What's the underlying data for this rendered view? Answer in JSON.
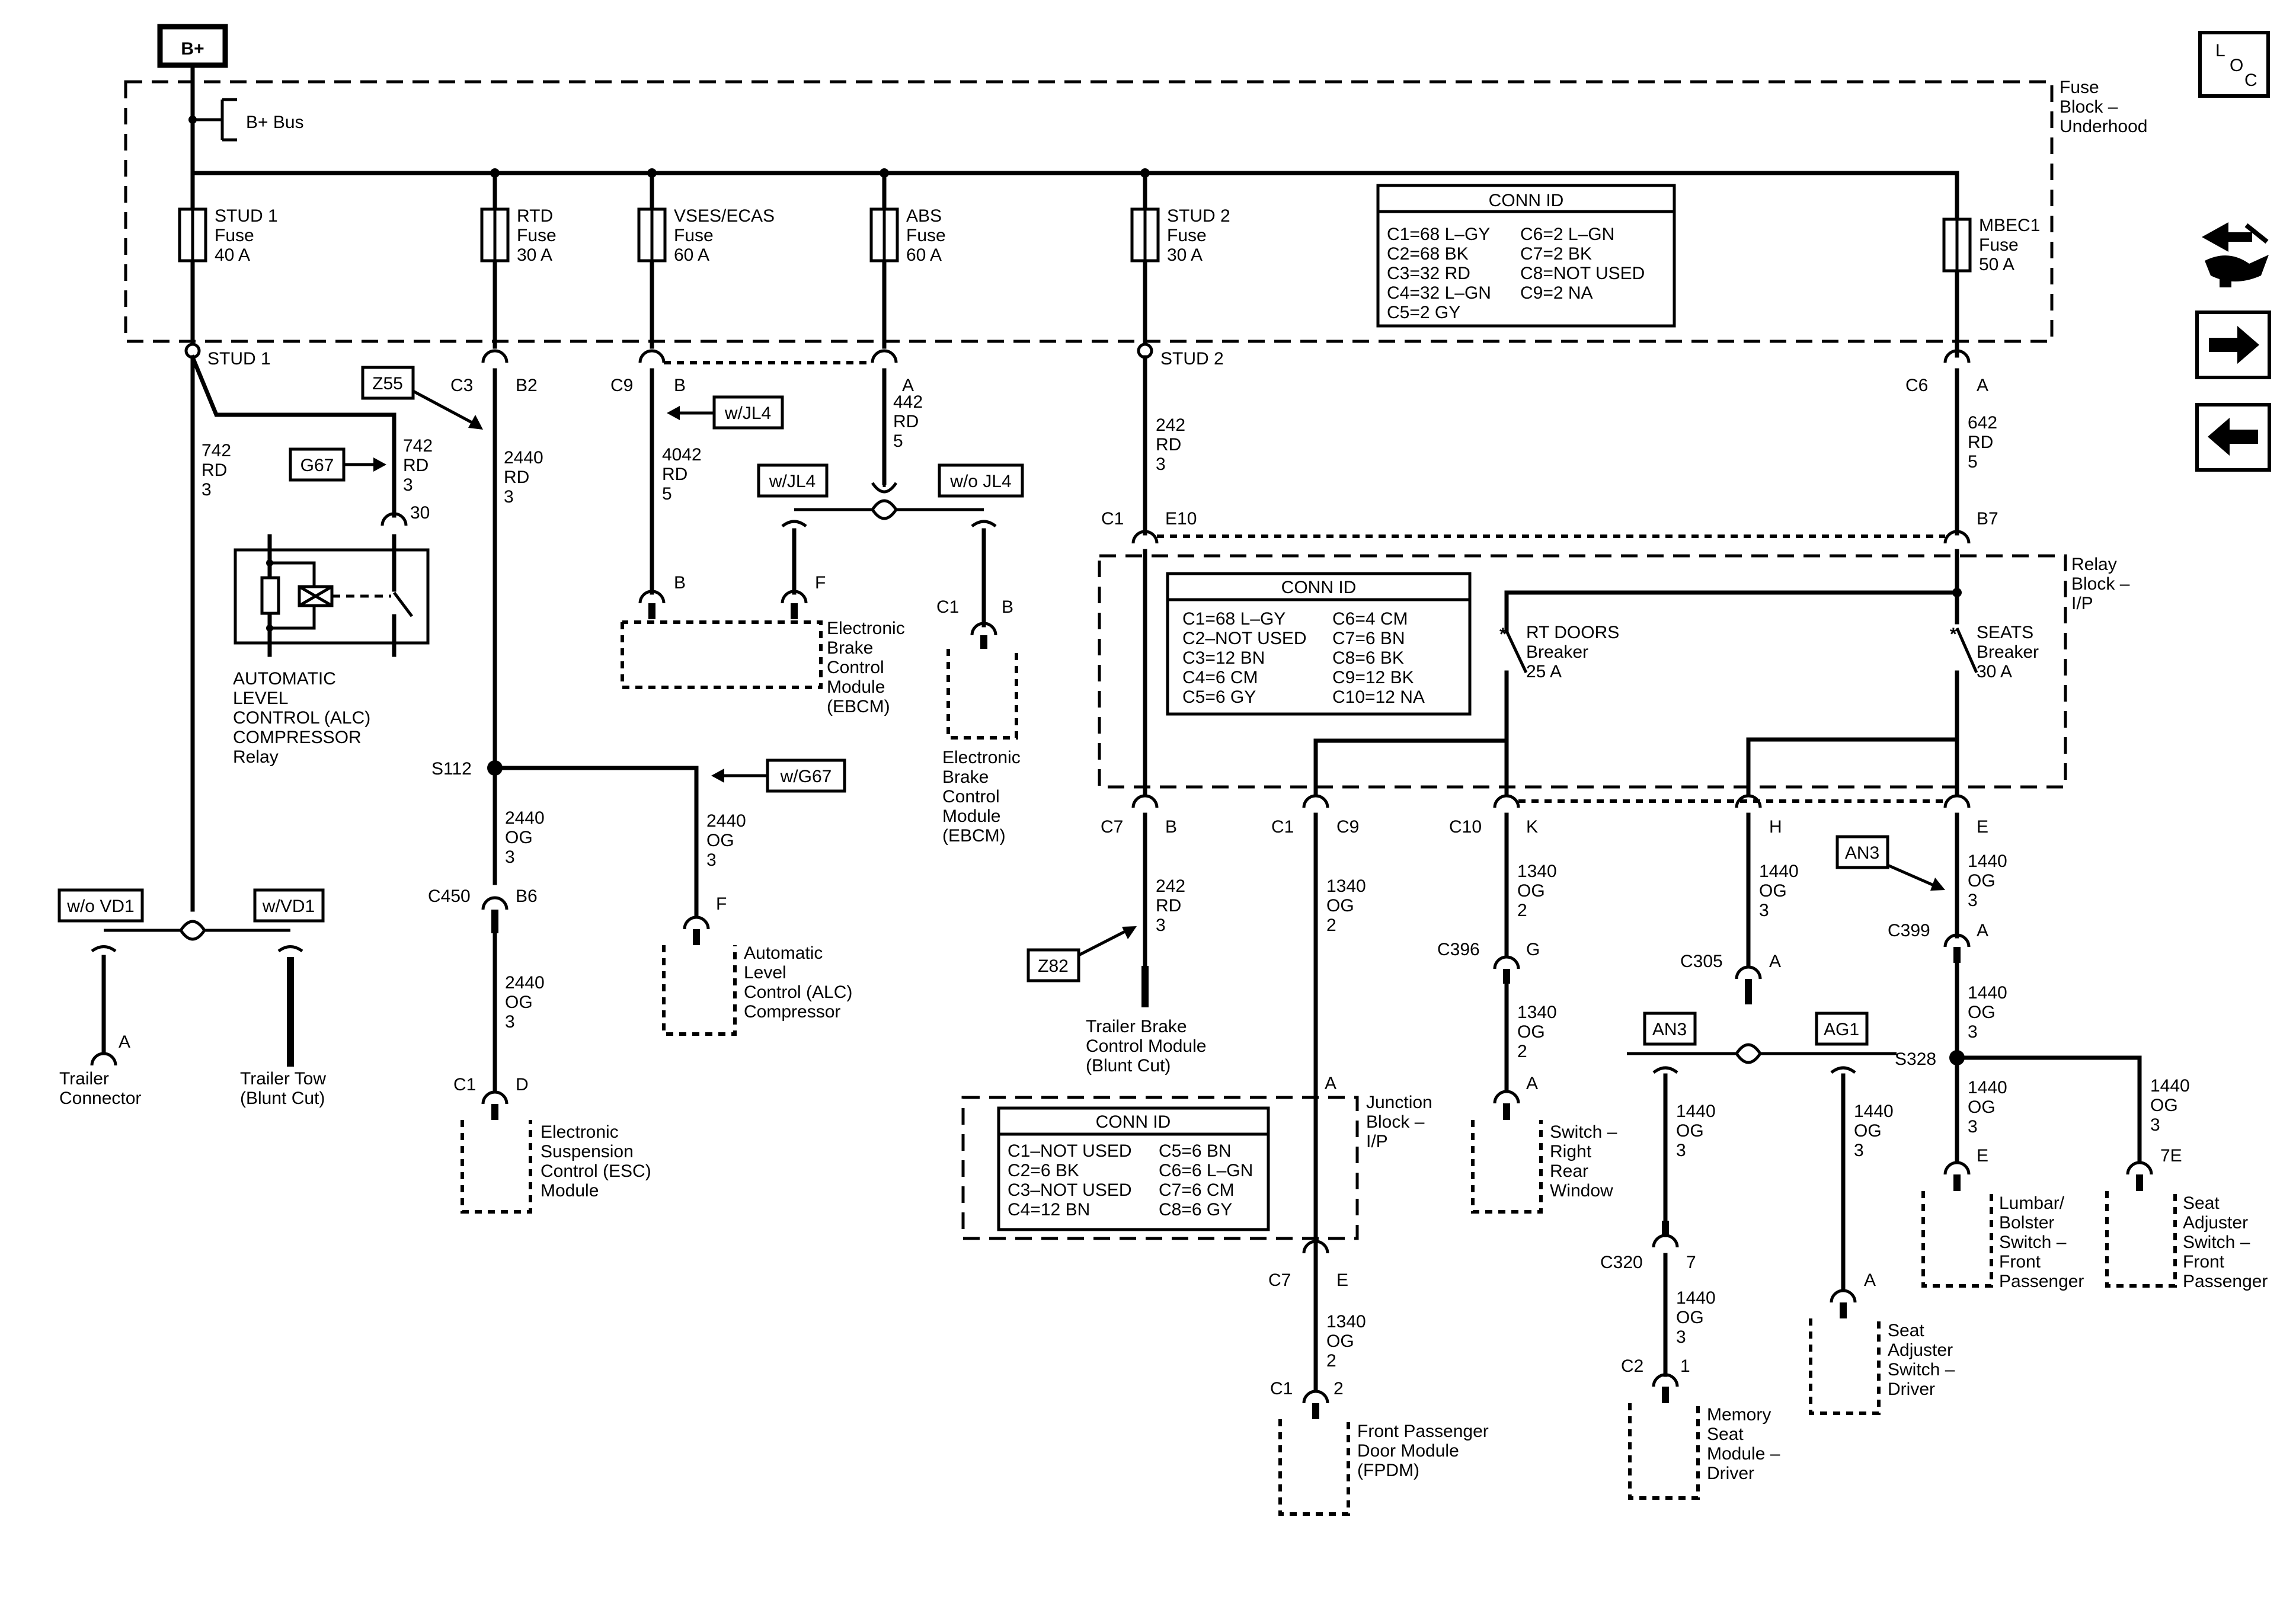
{
  "nav": {
    "loc_letters": [
      "L",
      "O",
      "C"
    ],
    "icons": [
      "symbols-icon",
      "next-page-icon",
      "previous-page-icon"
    ]
  },
  "power": {
    "bplus": "B+",
    "bus": "B+ Bus"
  },
  "fuse_block": {
    "name": [
      "Fuse",
      "Block –",
      "Underhood"
    ]
  },
  "fuses": [
    {
      "name": "STUD 1",
      "type": "Fuse",
      "rating": "40 A"
    },
    {
      "name": "RTD",
      "type": "Fuse",
      "rating": "30 A"
    },
    {
      "name": "VSES/ECAS",
      "type": "Fuse",
      "rating": "60 A"
    },
    {
      "name": "ABS",
      "type": "Fuse",
      "rating": "60 A"
    },
    {
      "name": "STUD 2",
      "type": "Fuse",
      "rating": "30 A"
    },
    {
      "name": "MBEC1",
      "type": "Fuse",
      "rating": "50 A"
    }
  ],
  "conn_fuse": {
    "title": "CONN ID",
    "left": [
      "C1=68 L–GY",
      "C2=68 BK",
      "C3=32 RD",
      "C4=32 L–GN",
      "C5=2 GY"
    ],
    "right": [
      "C6=2 L–GN",
      "C7=2 BK",
      "C8=NOT USED",
      "C9=2 NA"
    ]
  },
  "conn_relay": {
    "title": "CONN ID",
    "left": [
      "C1=68 L–GY",
      "C2–NOT USED",
      "C3=12 BN",
      "C4=6 CM",
      "C5=6 GY"
    ],
    "right": [
      "C6=4 CM",
      "C7=6 BN",
      "C8=6 BK",
      "C9=12 BK",
      "C10=12 NA"
    ]
  },
  "conn_junction": {
    "title": "CONN ID",
    "left": [
      "C1–NOT USED",
      "C2=6 BK",
      "C3–NOT USED",
      "C4=12 BN"
    ],
    "right": [
      "C5=6 BN",
      "C6=6 L–GN",
      "C7=6 CM",
      "C8=6 GY"
    ]
  },
  "relay_block": {
    "name": [
      "Relay",
      "Block –",
      "I/P"
    ]
  },
  "junction_block": {
    "name": [
      "Junction",
      "Block –",
      "I/P"
    ]
  },
  "breakers": [
    {
      "name": "RT DOORS",
      "type": "Breaker",
      "rating": "25 A"
    },
    {
      "name": "SEATS",
      "type": "Breaker",
      "rating": "30 A"
    }
  ],
  "studs": [
    "STUD 1",
    "STUD 2"
  ],
  "splices": [
    "S112",
    "S328"
  ],
  "options": [
    "Z55",
    "G67",
    "w/JL4",
    "w/JL4",
    "w/o JL4",
    "w/G67",
    "w/o VD1",
    "w/VD1",
    "Z82",
    "AN3",
    "AN3",
    "AG1"
  ],
  "connectors": [
    "C3",
    "B2",
    "C9",
    "B",
    "A",
    "C6",
    "A",
    "30",
    "C1",
    "E10",
    "B7",
    "B",
    "F",
    "C1",
    "B",
    "C7",
    "B",
    "C1",
    "C9",
    "C10",
    "K",
    "H",
    "E",
    "C450",
    "B6",
    "F",
    "C396",
    "G",
    "C399",
    "A",
    "C305",
    "A",
    "C1",
    "D",
    "E",
    "7E",
    "A",
    "A",
    "A",
    "C7",
    "E",
    "C320",
    "7",
    "A",
    "C1",
    "2",
    "C2",
    "1"
  ],
  "wires": [
    [
      "742",
      "RD",
      "3"
    ],
    [
      "742",
      "RD",
      "3"
    ],
    [
      "2440",
      "RD",
      "3"
    ],
    [
      "4042",
      "RD",
      "5"
    ],
    [
      "442",
      "RD",
      "5"
    ],
    [
      "242",
      "RD",
      "3"
    ],
    [
      "642",
      "RD",
      "5"
    ],
    [
      "2440",
      "OG",
      "3"
    ],
    [
      "2440",
      "OG",
      "3"
    ],
    [
      "2440",
      "OG",
      "3"
    ],
    [
      "242",
      "RD",
      "3"
    ],
    [
      "1340",
      "OG",
      "2"
    ],
    [
      "1340",
      "OG",
      "2"
    ],
    [
      "1440",
      "OG",
      "3"
    ],
    [
      "1440",
      "OG",
      "3"
    ],
    [
      "1340",
      "OG",
      "2"
    ],
    [
      "1440",
      "OG",
      "3"
    ],
    [
      "1440",
      "OG",
      "3"
    ],
    [
      "1440",
      "OG",
      "3"
    ],
    [
      "1440",
      "OG",
      "3"
    ],
    [
      "1440",
      "OG",
      "3"
    ],
    [
      "1340",
      "OG",
      "2"
    ],
    [
      "1440",
      "OG",
      "3"
    ]
  ],
  "components": [
    [
      "AUTOMATIC",
      "LEVEL",
      "CONTROL (ALC)",
      "COMPRESSOR",
      "Relay"
    ],
    [
      "Electronic",
      "Brake",
      "Control",
      "Module",
      "(EBCM)"
    ],
    [
      "Electronic",
      "Brake",
      "Control",
      "Module",
      "(EBCM)"
    ],
    [
      "Automatic",
      "Level",
      "Control (ALC)",
      "Compressor"
    ],
    [
      "Trailer",
      "Connector"
    ],
    [
      "Trailer Tow",
      "(Blunt Cut)"
    ],
    [
      "Electronic",
      "Suspension",
      "Control (ESC)",
      "Module"
    ],
    [
      "Trailer Brake",
      "Control Module",
      "(Blunt Cut)"
    ],
    [
      "Switch –",
      "Right",
      "Rear",
      "Window"
    ],
    [
      "Lumbar/",
      "Bolster",
      "Switch –",
      "Front",
      "Passenger"
    ],
    [
      "Seat",
      "Adjuster",
      "Switch –",
      "Front",
      "Passenger"
    ],
    [
      "Seat",
      "Adjuster",
      "Switch –",
      "Driver"
    ],
    [
      "Memory",
      "Seat",
      "Module –",
      "Driver"
    ],
    [
      "Front Passenger",
      "Door Module",
      "(FPDM)"
    ]
  ]
}
